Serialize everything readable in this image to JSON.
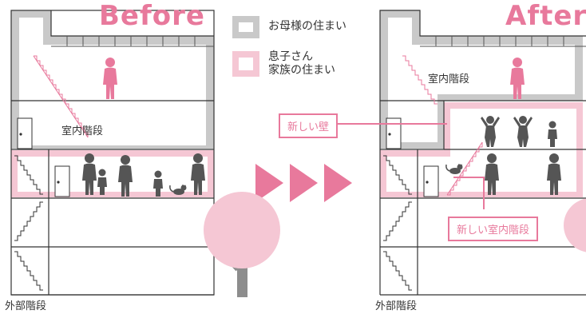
{
  "titles": {
    "before": "Before",
    "after": "After"
  },
  "legend": {
    "mother": "お母様の住まい",
    "son_line1": "息子さん",
    "son_line2": "家族の住まい",
    "mother_color": "#c9c9c9",
    "son_color": "#f5c7d4"
  },
  "labels": {
    "interior_stairs_before": "室内階段",
    "interior_stairs_after": "室内階段",
    "exterior_stairs_before": "外部階段",
    "exterior_stairs_after": "外部階段"
  },
  "callouts": {
    "new_wall": "新しい壁",
    "new_interior_stairs": "新しい室内階段"
  },
  "accent_color": "#e8799c"
}
